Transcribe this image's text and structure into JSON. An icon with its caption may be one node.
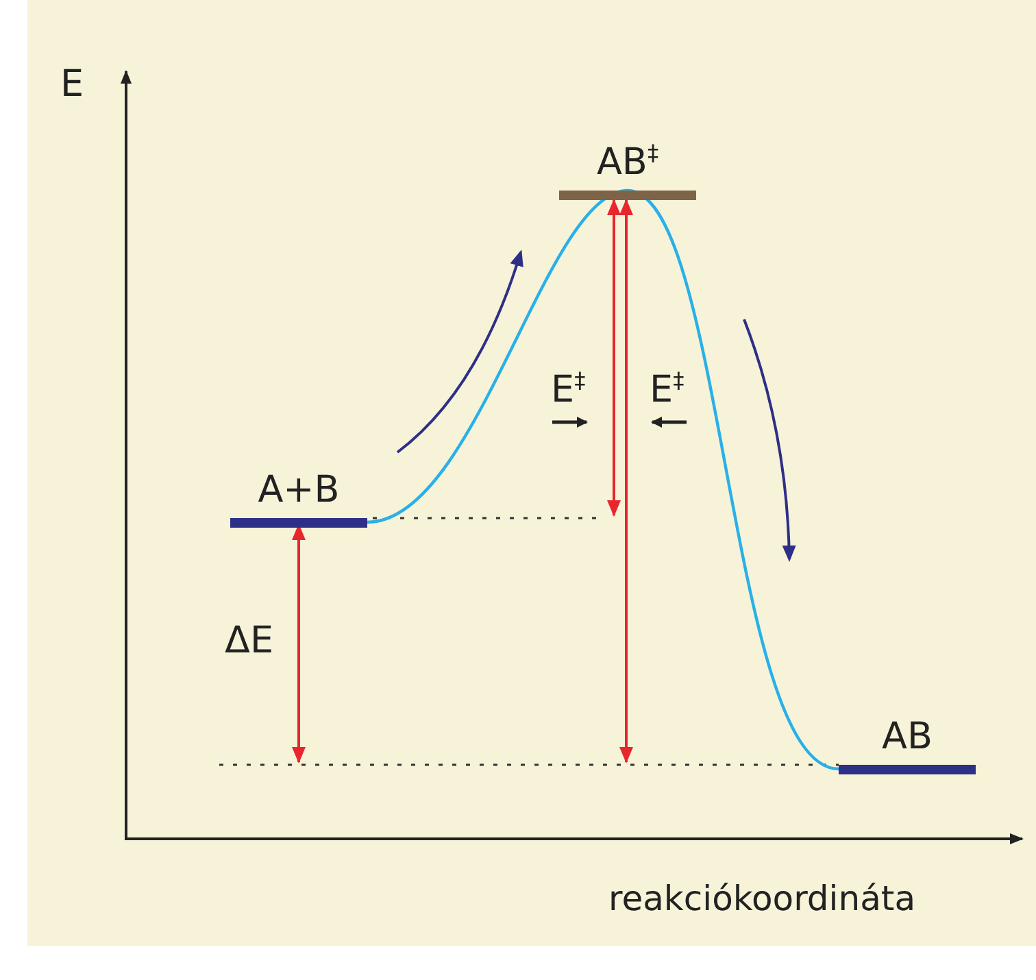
{
  "diagram": {
    "nodes": [
      {
        "text": [
          "A+B"
        ]
      },
      {
        "text": [
          "AB$^{‡}$"
        ]
      },
      {
        "text": [
          "AB"
        ]
      }
    ],
    "edges": [
      {
        "from": 0,
        "to": 1,
        "arrow": "none"
      },
      {
        "from": 1,
        "to": 2,
        "arrow": "none"
      }
    ],
    "labels": [
      "E",
      "ΔE",
      "E$^{‡}$",
      "E$^{‡}$",
      "reakciókoordináta"
    ]
  }
}
